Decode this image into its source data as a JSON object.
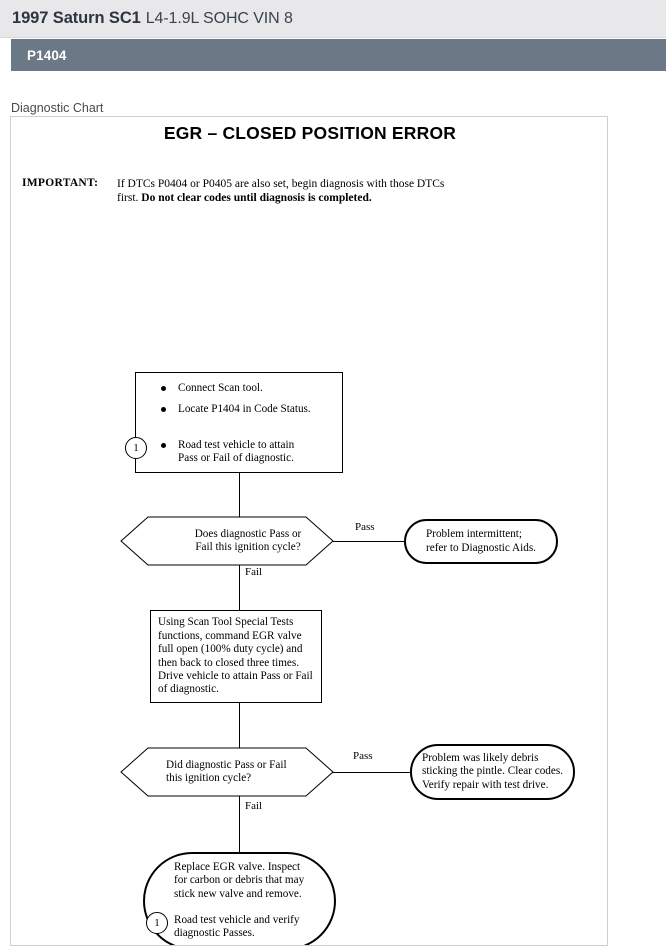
{
  "header": {
    "vehicle_year_model": "1997 Saturn SC1",
    "engine_spec": "L4-1.9L SOHC VIN 8",
    "code": "P1404"
  },
  "section": {
    "caption": "Diagnostic Chart"
  },
  "chart": {
    "title": "EGR – CLOSED POSITION ERROR",
    "important": {
      "label": "IMPORTANT:",
      "text_plain": "If DTCs P0404 or P0405 are also set, begin diagnosis with those DTCs first. ",
      "text_bold": "Do not clear codes until diagnosis is completed."
    },
    "nodes": {
      "box1": {
        "bullet1": "Connect Scan tool.",
        "bullet2": "Locate P1404 in Code Status.",
        "bullet3_line1": "Road test vehicle to attain",
        "bullet3_line2": "Pass or Fail of diagnostic.",
        "step_marker": "1"
      },
      "decision1": {
        "line1": "Does diagnostic Pass or",
        "line2": "Fail this ignition cycle?"
      },
      "oval1": {
        "line1": "Problem intermittent;",
        "line2": "refer  to Diagnostic Aids."
      },
      "box2": {
        "text": "Using Scan Tool Special Tests functions, command EGR valve full open (100% duty cycle) and then back to closed three times. Drive vehicle to attain Pass or Fail of diagnostic."
      },
      "decision2": {
        "line1": "Did diagnostic Pass or Fail",
        "line2": "this ignition cycle?"
      },
      "oval2": {
        "line1": "Problem was likely debris",
        "line2": "sticking the pintle. Clear codes.",
        "line3": "Verify repair with test drive."
      },
      "oval3": {
        "block1_line1": "Replace EGR valve. Inspect",
        "block1_line2": "for carbon or debris that may",
        "block1_line3": "stick new valve and remove.",
        "block2_line1": "Road test vehicle and verify",
        "block2_line2": "diagnostic Passes.",
        "step_marker": "1"
      }
    },
    "connector_labels": {
      "pass1": "Pass",
      "fail1": "Fail",
      "pass2": "Pass",
      "fail2": "Fail"
    }
  },
  "colors": {
    "header_bg": "#e8e8ea",
    "code_bar_bg": "#6b7885",
    "chart_border": "#cfcfcf",
    "text_dark": "#2e3440"
  }
}
